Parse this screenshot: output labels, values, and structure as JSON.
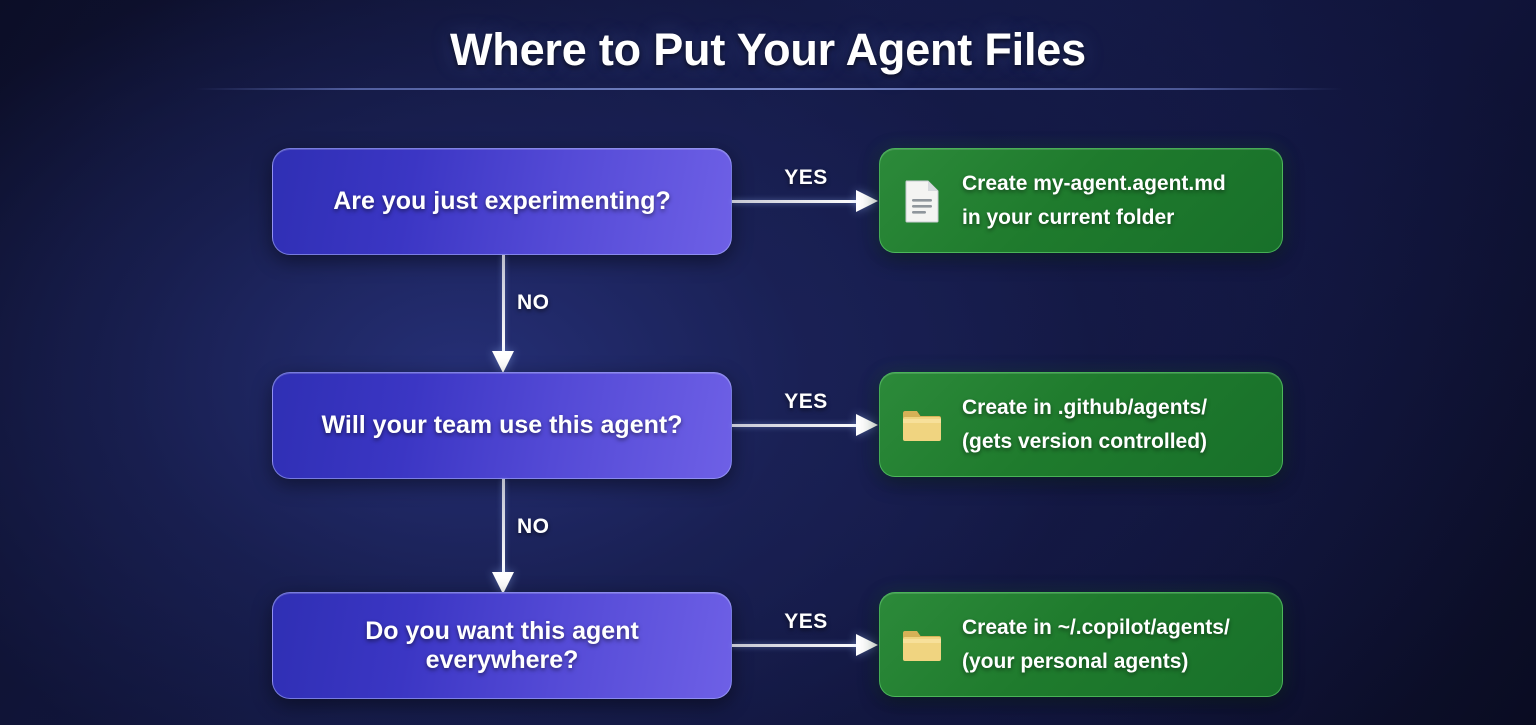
{
  "title": "Where to Put Your Agent Files",
  "colors": {
    "background_dark": "#0c0e26",
    "background_mid": "#1a2155",
    "decision_start": "#2f2fb4",
    "decision_end": "#6e60e6",
    "result_green": "#1f7b2d",
    "arrow_white": "#ffffff",
    "folder_icon": "#e8c96a",
    "document_icon": "#f2f2f0"
  },
  "flow": [
    {
      "question": "Are you just experimenting?",
      "yes_label": "YES",
      "no_label": "NO",
      "result_icon": "document-icon",
      "result_lines": [
        "Create my-agent.agent.md",
        "in your current folder"
      ]
    },
    {
      "question": "Will your team use this agent?",
      "yes_label": "YES",
      "no_label": "NO",
      "result_icon": "folder-icon",
      "result_lines": [
        "Create in .github/agents/",
        "(gets version controlled)"
      ]
    },
    {
      "question": "Do you want this agent everywhere?",
      "yes_label": "YES",
      "no_label": "",
      "result_icon": "folder-icon",
      "result_lines": [
        "Create in ~/.copilot/agents/",
        "(your personal agents)"
      ]
    }
  ]
}
